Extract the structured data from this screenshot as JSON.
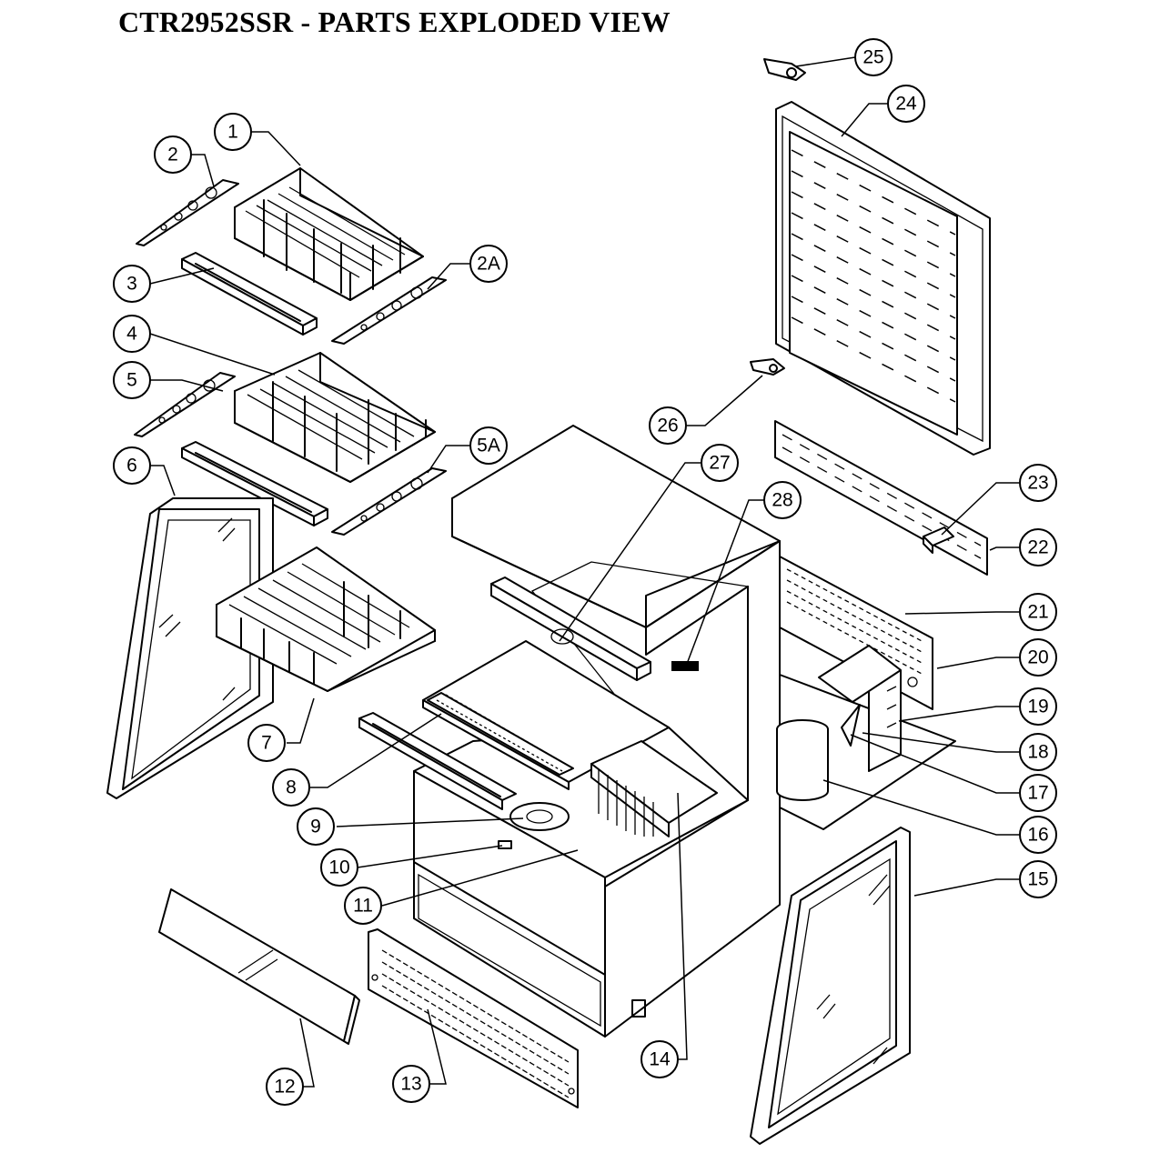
{
  "title": "CTR2952SSR - PARTS EXPLODED VIEW",
  "callouts": [
    {
      "id": "1",
      "label": "1"
    },
    {
      "id": "2",
      "label": "2"
    },
    {
      "id": "2A",
      "label": "2A"
    },
    {
      "id": "3",
      "label": "3"
    },
    {
      "id": "4",
      "label": "4"
    },
    {
      "id": "5",
      "label": "5"
    },
    {
      "id": "5A",
      "label": "5A"
    },
    {
      "id": "6",
      "label": "6"
    },
    {
      "id": "7",
      "label": "7"
    },
    {
      "id": "8",
      "label": "8"
    },
    {
      "id": "9",
      "label": "9"
    },
    {
      "id": "10",
      "label": "10"
    },
    {
      "id": "11",
      "label": "11"
    },
    {
      "id": "12",
      "label": "12"
    },
    {
      "id": "13",
      "label": "13"
    },
    {
      "id": "14",
      "label": "14"
    },
    {
      "id": "15",
      "label": "15"
    },
    {
      "id": "16",
      "label": "16"
    },
    {
      "id": "17",
      "label": "17"
    },
    {
      "id": "18",
      "label": "18"
    },
    {
      "id": "19",
      "label": "19"
    },
    {
      "id": "20",
      "label": "20"
    },
    {
      "id": "21",
      "label": "21"
    },
    {
      "id": "22",
      "label": "22"
    },
    {
      "id": "23",
      "label": "23"
    },
    {
      "id": "24",
      "label": "24"
    },
    {
      "id": "25",
      "label": "25"
    },
    {
      "id": "26",
      "label": "26"
    },
    {
      "id": "27",
      "label": "27"
    },
    {
      "id": "28",
      "label": "28"
    }
  ]
}
